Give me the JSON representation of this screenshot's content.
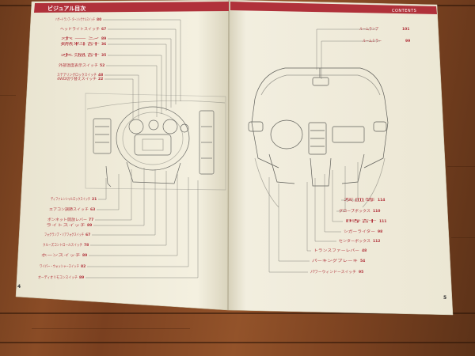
{
  "left_page": {
    "header_title": "ビジュアル目次",
    "page_number": "4",
    "callouts": [
      {
        "label": "ハザードランプ・ターンシグナルスイッチ",
        "page": "80"
      },
      {
        "label": "ヘッドライトスイッチ",
        "page": "67"
      },
      {
        "label": "ホーン",
        "page": "89"
      },
      {
        "label": "燃料計",
        "page": "36"
      },
      {
        "label": "水温計",
        "page": "35"
      },
      {
        "label": "外部温度表示スイッチ",
        "page": "52"
      },
      {
        "label": "ステアリングロックスイッチ",
        "page": "48"
      },
      {
        "label": "4WD切り替えスイッチ",
        "page": "22"
      },
      {
        "label": "ディファレンシャルロックスイッチ",
        "page": "21"
      },
      {
        "label": "エアコン調節スイッチ",
        "page": "63"
      },
      {
        "label": "ボンネット開放レバー",
        "page": "77"
      },
      {
        "label": "ライトスイッチ",
        "page": "89"
      },
      {
        "label": "フォグランプ・リアフォグスイッチ",
        "page": "67"
      },
      {
        "label": "クルーズコントロールスイッチ",
        "page": "78"
      },
      {
        "label": "ホーンスイッチ",
        "page": "89"
      },
      {
        "label": "ワイパー・ウォッシャースイッチ",
        "page": "82"
      },
      {
        "label": "オーディオリモコンスイッチ",
        "page": "89"
      }
    ]
  },
  "right_page": {
    "header_title": "CONTENTS",
    "page_number": "5",
    "top_callouts": [
      {
        "label": "ルームランプ",
        "page": "101"
      },
      {
        "label": "ルームミラー",
        "page": "99"
      }
    ],
    "bottom_callouts": [
      {
        "label": "灰皿等",
        "page": "114"
      },
      {
        "label": "グローブボックス",
        "page": "110"
      },
      {
        "label": "時計",
        "page": "111"
      },
      {
        "label": "シガーライター",
        "page": "98"
      },
      {
        "label": "センターボックス",
        "page": "112"
      },
      {
        "label": "トランスファーレバー",
        "page": "48"
      },
      {
        "label": "パーキングブレーキ",
        "page": "54"
      },
      {
        "label": "パワーウィンドースイッチ",
        "page": "95"
      }
    ]
  },
  "colors": {
    "accent_red": "#b0313a",
    "paper": "#f3efdf",
    "table_wood": "#7d4321"
  }
}
